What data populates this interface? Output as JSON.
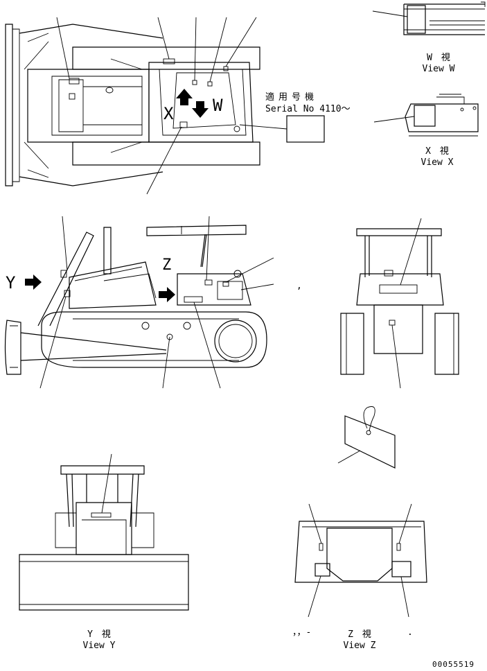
{
  "serial_note": {
    "line1": "適用号機",
    "line2": "Serial No 4110〜"
  },
  "views": {
    "w": {
      "jp": "W　視",
      "en": "View W"
    },
    "x": {
      "jp": "X　視",
      "en": "View X"
    },
    "y": {
      "jp": "Y　視",
      "en": "View Y"
    },
    "z": {
      "jp": "Z　視",
      "en": "View Z"
    }
  },
  "arrow_labels": {
    "w": "W",
    "x": "X",
    "y": "Y",
    "z": "Z"
  },
  "stray_marks": {
    "comma": ",",
    "z_left": "，，-",
    "z_right": "."
  },
  "drawing_number": "00055519"
}
